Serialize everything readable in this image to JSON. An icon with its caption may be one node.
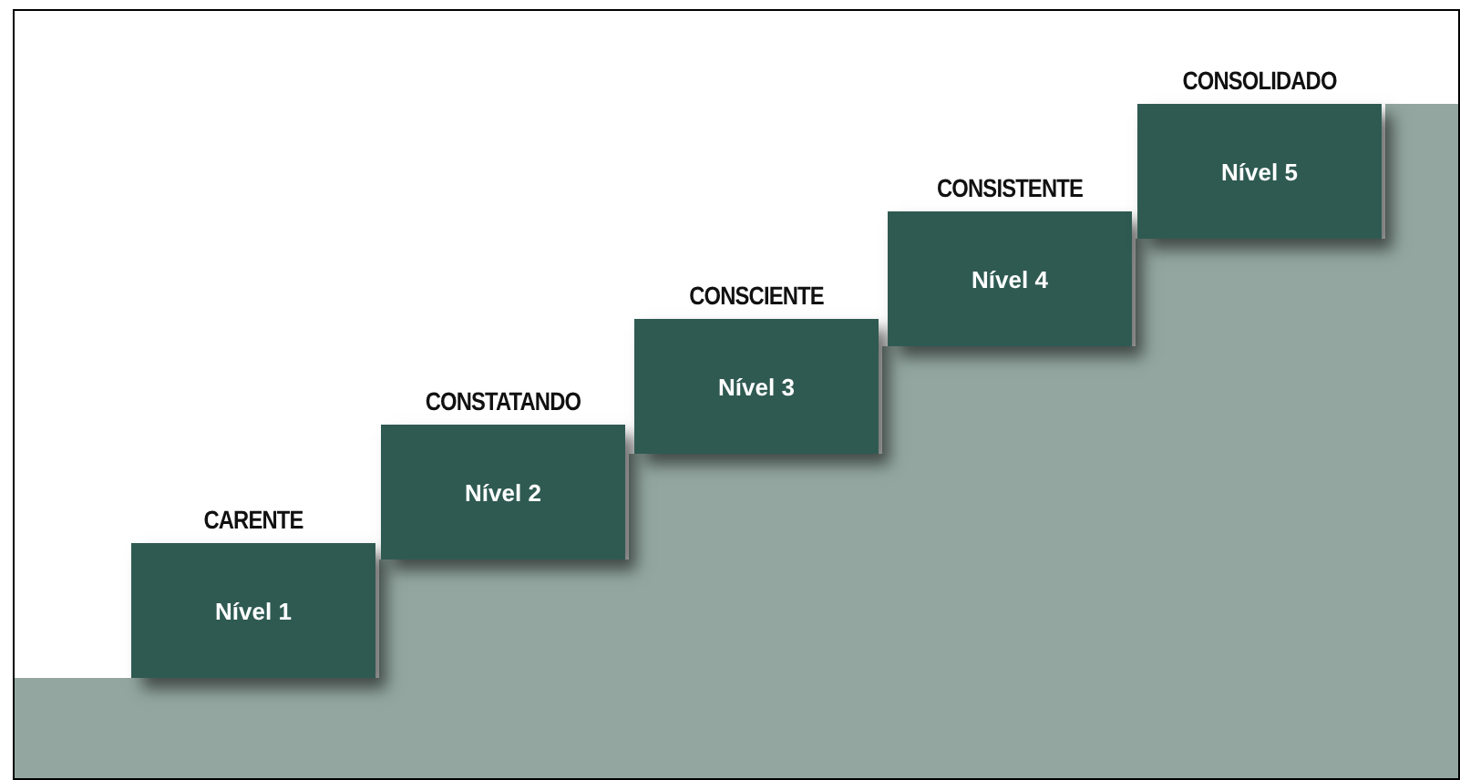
{
  "diagram": {
    "nodes": [
      {
        "text": [
          "CARENTE",
          "Nível 1"
        ]
      },
      {
        "text": [
          "CONSTATANDO",
          "Nível 2"
        ]
      },
      {
        "text": [
          "CONSCIENTE",
          "Nível 3"
        ]
      },
      {
        "text": [
          "CONSISTENTE",
          "Nível 4"
        ]
      },
      {
        "text": [
          "CONSOLIDADO",
          "Nível 5"
        ]
      }
    ],
    "edges": []
  }
}
